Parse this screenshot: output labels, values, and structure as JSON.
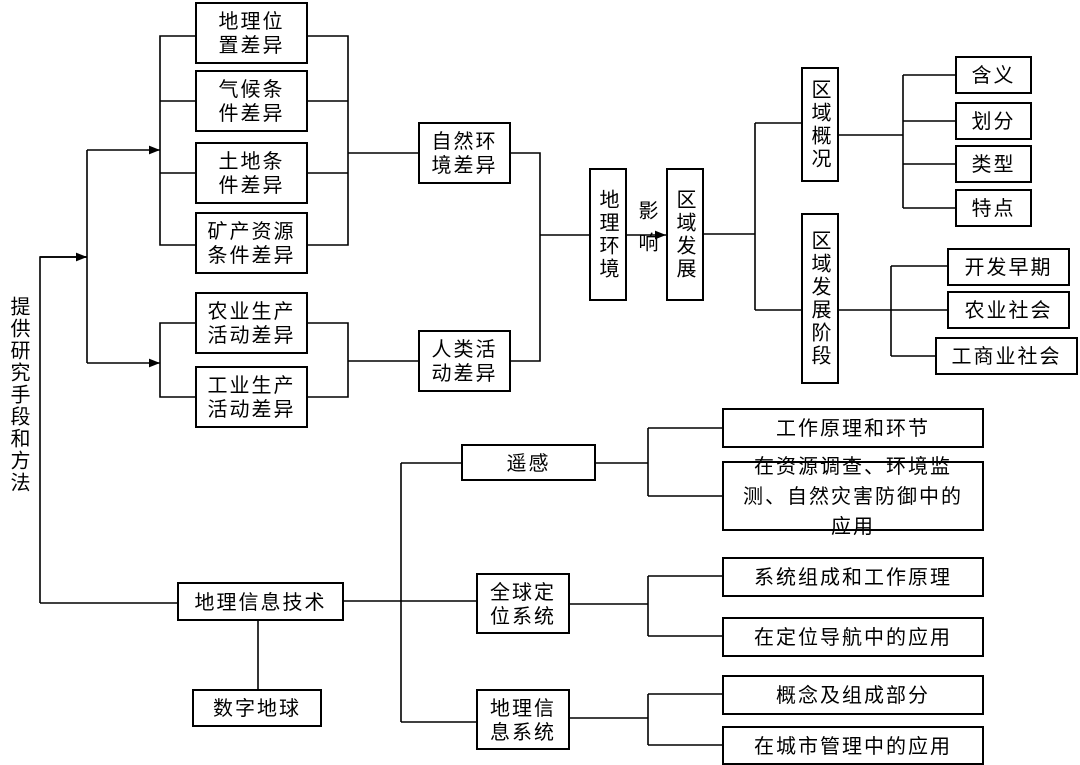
{
  "root_label": "提供研究手段和方法",
  "natural_factors": [
    "地理位置差异",
    "气候条件差异",
    "土地条件差异",
    "矿产资源条件差异"
  ],
  "human_factors": [
    "农业生产活动差异",
    "工业生产活动差异"
  ],
  "natural_env_diff": "自然环境差异",
  "human_activity_diff": "人类活动差异",
  "geo_env": "地理环境",
  "influence": "影响",
  "regional_dev": "区域发展",
  "region_overview": "区域概况",
  "overview_items": [
    "含义",
    "划分",
    "类型",
    "特点"
  ],
  "dev_stages": "区域发展阶段",
  "stage_items": [
    "开发早期",
    "农业社会",
    "工商业社会"
  ],
  "geo_info_tech": "地理信息技术",
  "digital_earth": "数字地球",
  "remote_sensing": "遥感",
  "rs_items": [
    "工作原理和环节",
    "在资源调查、环境监测、自然灾害防御中的应用"
  ],
  "gps": "全球定位系统",
  "gps_items": [
    "系统组成和工作原理",
    "在定位导航中的应用"
  ],
  "gis": "地理信息系统",
  "gis_items": [
    "概念及组成部分",
    "在城市管理中的应用"
  ]
}
